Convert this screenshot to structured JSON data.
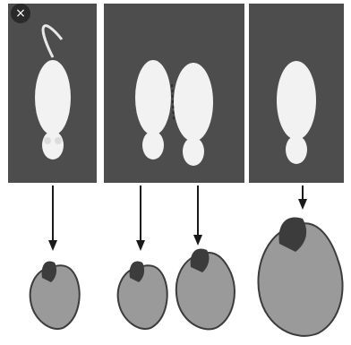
{
  "toolbar": {
    "close_label": "×"
  },
  "panels": [
    {
      "name": "single-mouse",
      "subjects": [
        "white-mouse"
      ]
    },
    {
      "name": "parabiotic-pair",
      "subjects": [
        "white-mouse",
        "white-mouse"
      ]
    },
    {
      "name": "enlarged-mouse",
      "subjects": [
        "white-mouse"
      ]
    }
  ],
  "outcomes": [
    {
      "name": "normal-heart"
    },
    {
      "name": "paired-heart-left"
    },
    {
      "name": "paired-heart-right"
    },
    {
      "name": "enlarged-heart"
    }
  ],
  "colors": {
    "panel_bg": "#4d4d4d",
    "mouse_body": "#f2f2f2",
    "heart_dark": "#3c3c3c",
    "heart_light": "#9a9a9a"
  }
}
